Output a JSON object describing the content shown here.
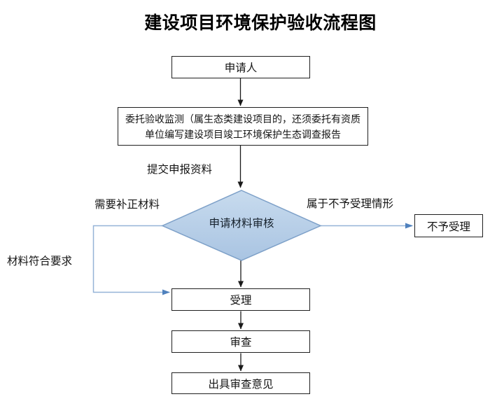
{
  "title": "建设项目环境保护验收流程图",
  "nodes": {
    "applicant": {
      "label": "申请人"
    },
    "entrust": {
      "line1": "委托验收监测（属生态类建设项目的，还须委托有资质",
      "line2": "单位编写建设项目竣工环境保护生态调查报告"
    },
    "review_decision": {
      "label": "申请材料审核"
    },
    "not_accepted": {
      "label": "不予受理"
    },
    "accepted": {
      "label": "受理"
    },
    "examine": {
      "label": "审查"
    },
    "issue_opinion": {
      "label": "出具审查意见"
    }
  },
  "edge_labels": {
    "submit_materials": "提交申报资料",
    "need_correction": "需要补正材料",
    "materials_ok": "材料符合要求",
    "not_accept_case": "属于不予受理情形"
  },
  "colors": {
    "diamond_fill_top": "#c8dbee",
    "diamond_fill_bottom": "#a9c4e2",
    "diamond_border": "#7da0c8",
    "blue_line": "#95b3d7",
    "blue_arrow": "#4f81bd",
    "line_black": "#1a1a1a",
    "box_border": "#1f1f1f",
    "text": "#141414"
  }
}
